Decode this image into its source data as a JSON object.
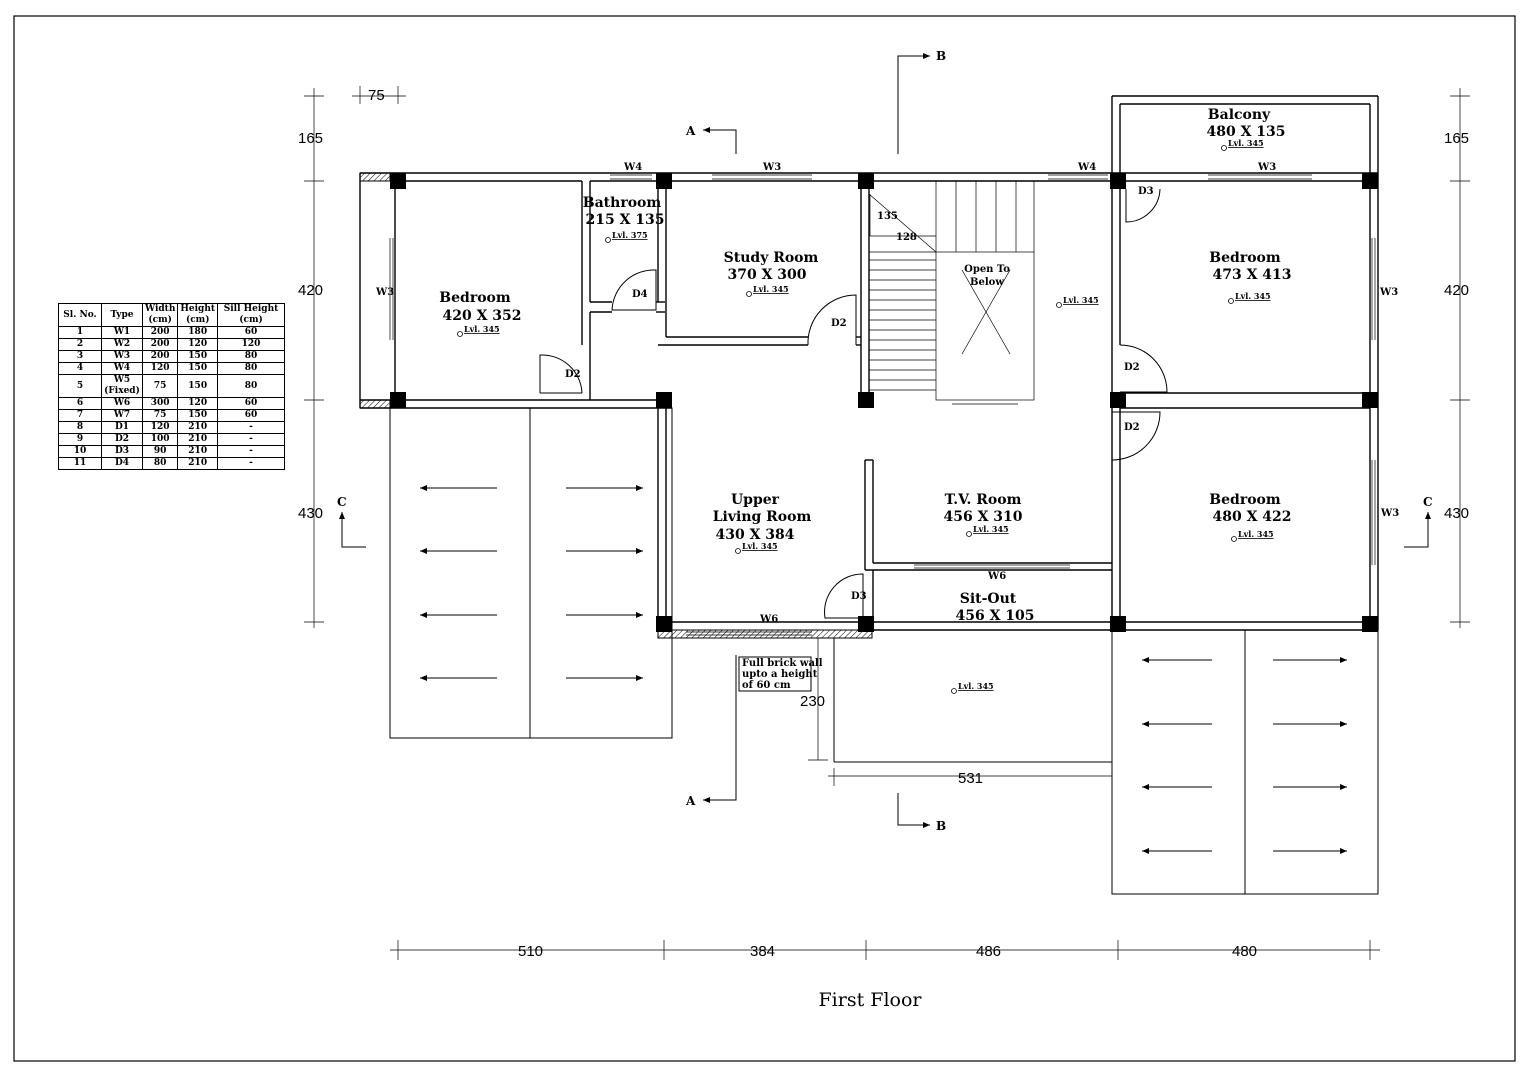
{
  "drawing": {
    "title": "First Floor",
    "level_label": "Lvl. 345",
    "bath_level_label": "Lvl. 375",
    "rooms": {
      "bedroom_left": {
        "name": "Bedroom",
        "size": "420 X 352"
      },
      "bathroom": {
        "name": "Bathroom",
        "size": "215 X 135"
      },
      "study": {
        "name": "Study Room",
        "size": "370 X 300"
      },
      "open_below": {
        "line1": "Open To",
        "line2": "Below"
      },
      "balcony": {
        "name": "Balcony",
        "size": "480 X 135"
      },
      "bedroom_right_top": {
        "name": "Bedroom",
        "size": "473 X 413"
      },
      "bedroom_right_bottom": {
        "name": "Bedroom",
        "size": "480 X 422"
      },
      "living": {
        "line1": "Upper",
        "line2": "Living Room",
        "size": "430 X 384"
      },
      "tv": {
        "name": "T.V. Room",
        "size": "456 X 310"
      },
      "sitout": {
        "name": "Sit-Out",
        "size": "456 X 105"
      }
    },
    "tags": {
      "W3": "W3",
      "W4": "W4",
      "W6": "W6",
      "D2": "D2",
      "D3": "D3",
      "D4": "D4"
    },
    "stair_dims": {
      "rise": "135",
      "run": "128"
    },
    "note": {
      "line1": "Full brick wall",
      "line2": "upto a height",
      "line3": "of  60 cm"
    },
    "sections": {
      "A": "A",
      "B": "B",
      "C": "C"
    },
    "dims": {
      "left_top": "165",
      "left_mid": "420",
      "left_bot": "430",
      "right_top": "165",
      "right_mid": "420",
      "right_bot": "430",
      "offset": "75",
      "bottom": [
        "510",
        "384",
        "486",
        "480"
      ],
      "sitout_depth": "230",
      "sitout_width": "531"
    }
  },
  "schedule": {
    "headers": [
      "Sl. No.",
      "Type",
      "Width (cm)",
      "Height (cm)",
      "Sill Height (cm)"
    ],
    "rows": [
      [
        "1",
        "W1",
        "200",
        "180",
        "60"
      ],
      [
        "2",
        "W2",
        "200",
        "120",
        "120"
      ],
      [
        "3",
        "W3",
        "200",
        "150",
        "80"
      ],
      [
        "4",
        "W4",
        "120",
        "150",
        "80"
      ],
      [
        "5",
        "W5 (Fixed)",
        "75",
        "150",
        "80"
      ],
      [
        "6",
        "W6",
        "300",
        "120",
        "60"
      ],
      [
        "7",
        "W7",
        "75",
        "150",
        "60"
      ],
      [
        "8",
        "D1",
        "120",
        "210",
        "-"
      ],
      [
        "9",
        "D2",
        "100",
        "210",
        "-"
      ],
      [
        "10",
        "D3",
        "90",
        "210",
        "-"
      ],
      [
        "11",
        "D4",
        "80",
        "210",
        "-"
      ]
    ]
  }
}
